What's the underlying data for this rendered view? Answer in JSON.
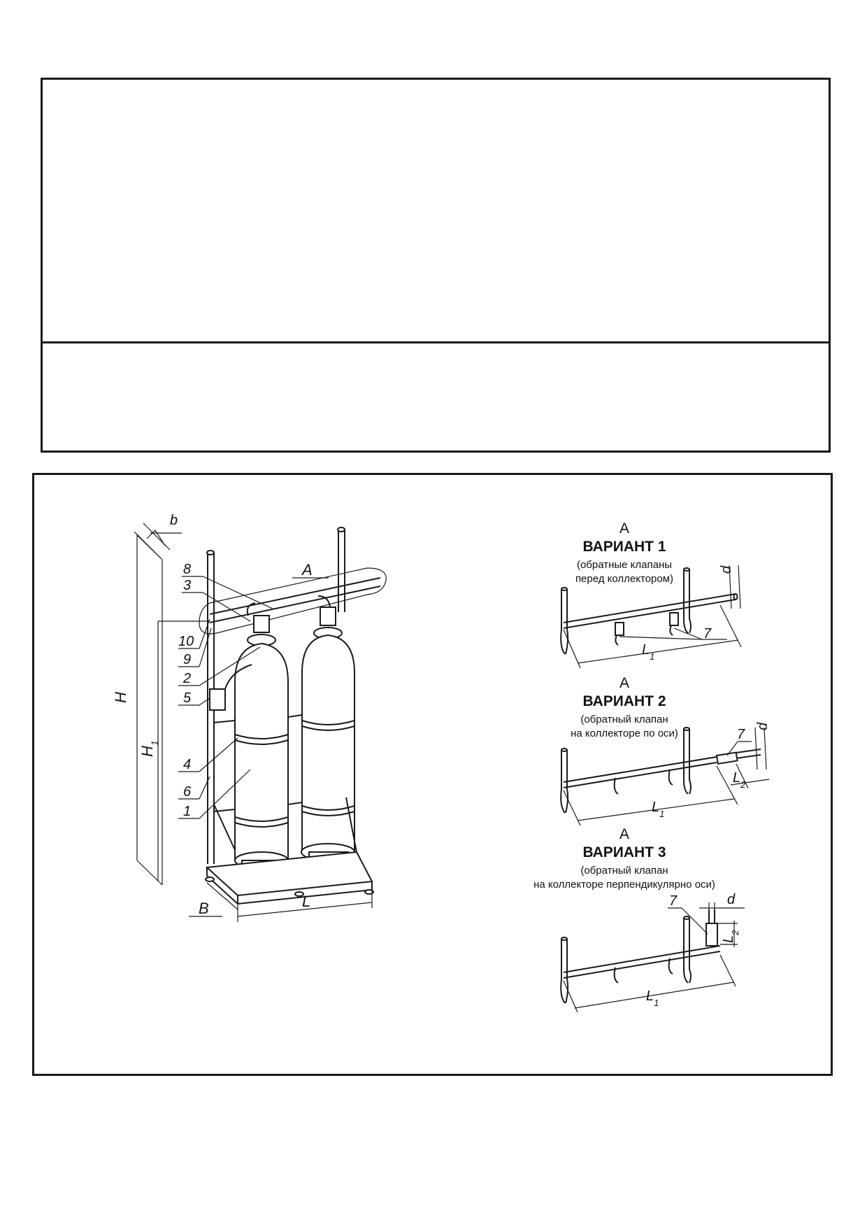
{
  "main_view": {
    "callouts": [
      "8",
      "3",
      "10",
      "9",
      "2",
      "5",
      "4",
      "6",
      "1"
    ],
    "view_label": "A",
    "dimensions": {
      "b": "b",
      "H": "H",
      "H1_base": "H",
      "H1_sub": "1",
      "L": "L",
      "B": "B"
    }
  },
  "variants": [
    {
      "letter": "A",
      "title": "ВАРИАНТ 1",
      "note_line1": "(обратные клапаны",
      "note_line2": "перед коллектором)",
      "callout": "7",
      "dim_d": "d",
      "dim_L1_base": "L",
      "dim_L1_sub": "1"
    },
    {
      "letter": "A",
      "title": "ВАРИАНТ 2",
      "note_line1": "(обратный клапан",
      "note_line2": "на коллекторе по оси)",
      "callout": "7",
      "dim_d": "d",
      "dim_L1_base": "L",
      "dim_L1_sub": "1",
      "dim_L2_base": "L",
      "dim_L2_sub": "2"
    },
    {
      "letter": "A",
      "title": "ВАРИАНТ 3",
      "note_line1": "(обратный клапан",
      "note_line2": "на коллекторе перпендикулярно оси)",
      "callout": "7",
      "dim_d": "d",
      "dim_L1_base": "L",
      "dim_L1_sub": "1",
      "dim_L2_base": "L",
      "dim_L2_sub": "2"
    }
  ],
  "colors": {
    "line": "#1a1a1a",
    "paper": "#ffffff"
  }
}
